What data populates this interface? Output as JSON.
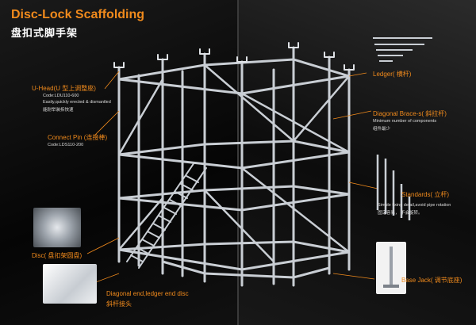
{
  "title_en": "Disc-Lock Scaffolding",
  "title_cn": "盘扣式脚手架",
  "uhead": {
    "title": "U-Head(U 型上调整座)",
    "code": "Code:LDU110-600",
    "note_en": "Easily,quickly erected & dismantled",
    "note_cn": "能耐举装拆快速"
  },
  "connect_pin": {
    "title": "Connect Pin  (连接棒)",
    "code": "Code:LDS110-200"
  },
  "disc": {
    "title": "Disc( 盘扣架圆盘)"
  },
  "diag_end": {
    "title": "Diagonal end,ledger end disc",
    "title_cn": "斜杆接头"
  },
  "ledger": {
    "title": "Ledger( 横杆)"
  },
  "diag_brace": {
    "title": "Diagonal Brace-s( 斜拉杆)",
    "note_en": "Minimum number of components",
    "note_cn": "组件最少"
  },
  "standards": {
    "title": "Standards( 立杆)",
    "note_en": "Simple fixing detail,avoid pipe rotation",
    "note_cn": "固定容易，  不会旋转。"
  },
  "base_jack": {
    "title": "Base Jack( 调节底座)"
  },
  "colors": {
    "accent": "#f08a1c",
    "pipe": "#c8ccd2"
  }
}
